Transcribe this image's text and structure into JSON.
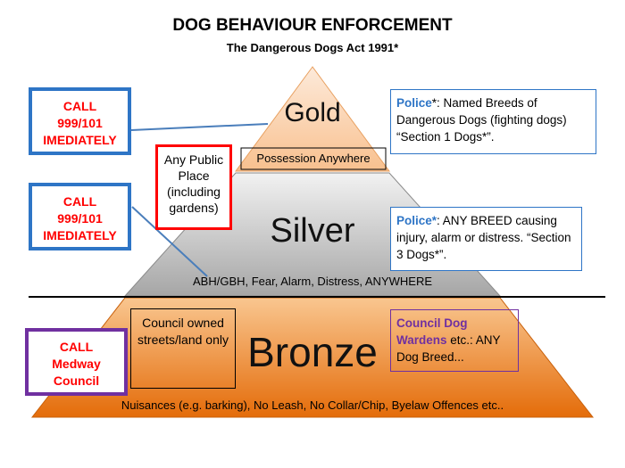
{
  "title": "DOG BEHAVIOUR ENFORCEMENT",
  "subtitle": "The Dangerous Dogs Act 1991*",
  "tiers": {
    "gold": {
      "label": "Gold",
      "note": "Possession Anywhere"
    },
    "silver": {
      "label": "Silver",
      "note": "ABH/GBH, Fear, Alarm, Distress, ANYWHERE"
    },
    "bronze": {
      "label": "Bronze",
      "note": "Nuisances (e.g. barking), No Leash, No Collar/Chip, Byelaw Offences etc.."
    }
  },
  "call_boxes": [
    {
      "line1": "CALL",
      "line2": "999/101",
      "line3": "IMEDIATELY"
    },
    {
      "line1": "CALL",
      "line2": "999/101",
      "line3": "IMEDIATELY"
    },
    {
      "line1": "CALL",
      "line2": "Medway",
      "line3": "Council"
    }
  ],
  "place_boxes": {
    "public": "Any Public Place (including gardens)",
    "council": "Council owned streets/land only"
  },
  "info": {
    "gold": {
      "lead": "Police",
      "text": "*: Named Breeds of Dangerous Dogs (fighting dogs) “Section 1 Dogs*”."
    },
    "silver": {
      "lead": "Police*",
      "text": ": ANY BREED causing injury, alarm or distress. “Section 3 Dogs*”."
    },
    "bronze": {
      "lead": "Council Dog Wardens",
      "text": " etc.: ANY Dog Breed..."
    }
  },
  "colors": {
    "gold_top": "#fdeada",
    "gold_bottom": "#f8c08e",
    "silver_top": "#ececec",
    "silver_bottom": "#a6a6a6",
    "bronze_top": "#f7c08a",
    "bronze_bottom": "#e46c0a",
    "call_border": "#2e75c6",
    "council_border": "#7030a0",
    "red": "#ff0000"
  }
}
